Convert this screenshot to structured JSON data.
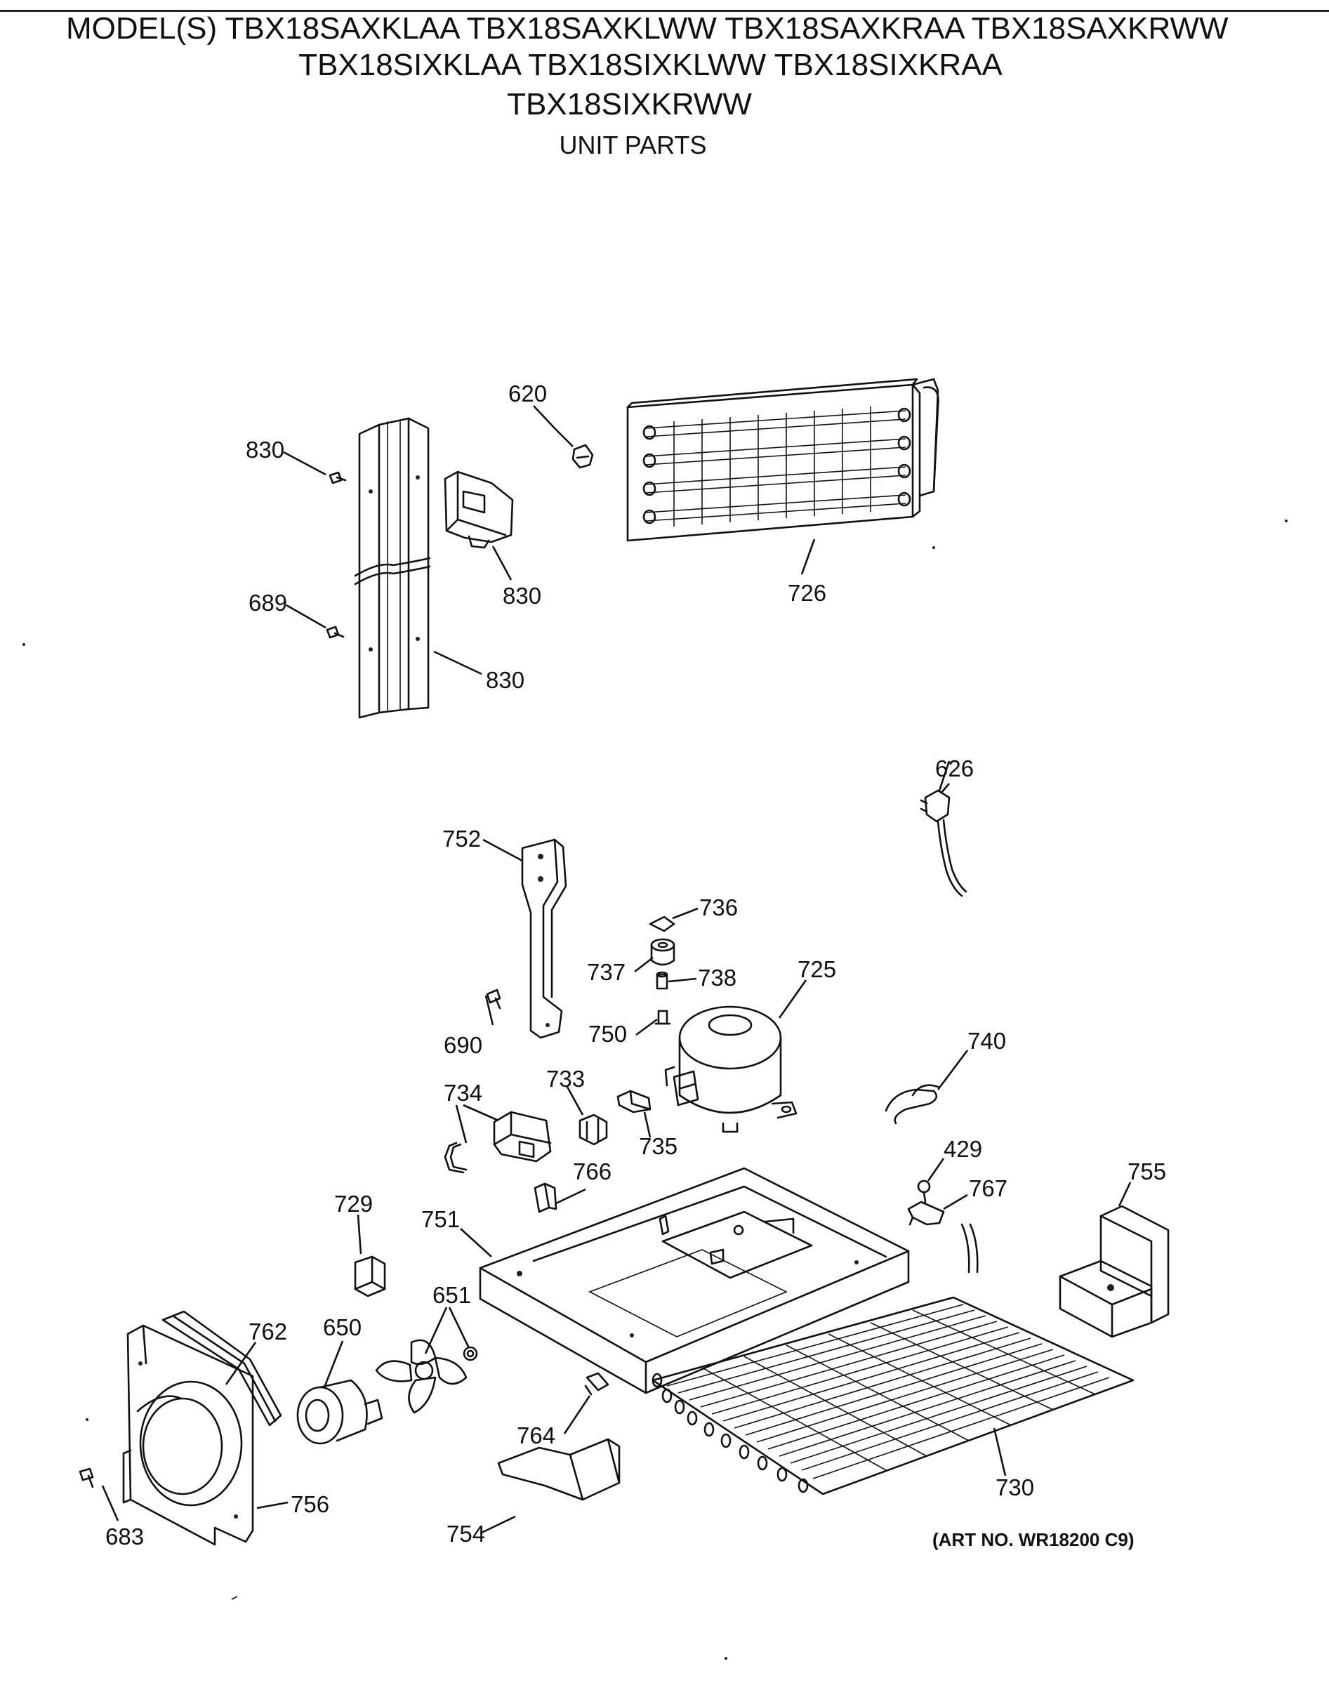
{
  "header": {
    "line1": "MODEL(S) TBX18SAXKLAA TBX18SAXKLWW TBX18SAXKRAA TBX18SAXKRWW",
    "line2": "TBX18SIXKLAA TBX18SIXKLWW TBX18SIXKRAA",
    "line3": "TBX18SIXKRWW",
    "subtitle": "UNIT PARTS"
  },
  "callouts": {
    "p620": "620",
    "p830a": "830",
    "p830b": "830",
    "p830c": "830",
    "p689": "689",
    "p726": "726",
    "p626": "626",
    "p752": "752",
    "p736": "736",
    "p737": "737",
    "p738": "738",
    "p725": "725",
    "p750": "750",
    "p690": "690",
    "p740": "740",
    "p734": "734",
    "p733": "733",
    "p735": "735",
    "p429": "429",
    "p755": "755",
    "p729": "729",
    "p766": "766",
    "p767": "767",
    "p751": "751",
    "p651": "651",
    "p650": "650",
    "p762": "762",
    "p764": "764",
    "p730": "730",
    "p756": "756",
    "p754": "754",
    "p683": "683"
  },
  "art_number": "(ART NO. WR18200 C9)"
}
